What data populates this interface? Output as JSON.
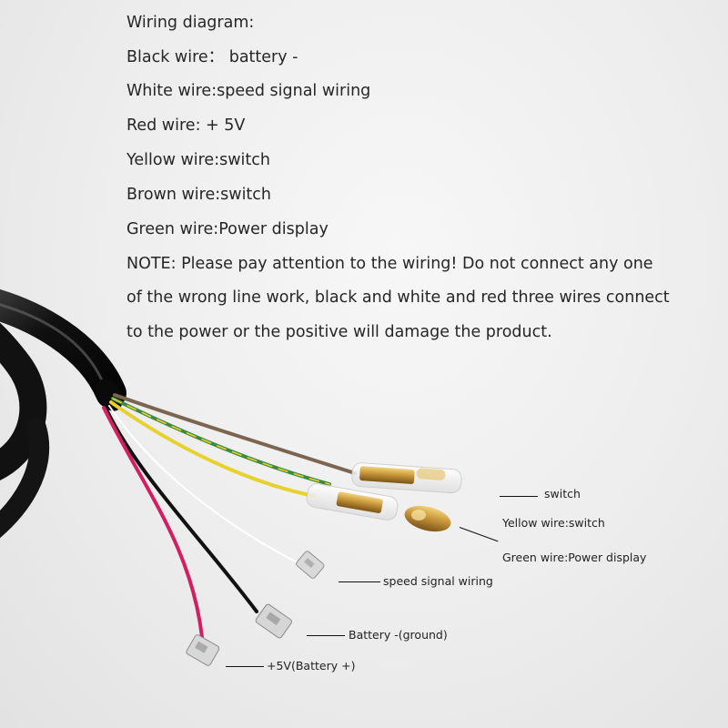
{
  "info": {
    "title": "Wiring diagram:",
    "black": "Black wire： battery -",
    "white": "White wire:speed signal wiring",
    "red": "Red wire: + 5V",
    "yellow": "Yellow wire:switch",
    "brown": "Brown wire:switch",
    "green": "Green wire:Power display",
    "note1": "NOTE: Please pay attention to the wiring! Do not connect any one",
    "note2": "of the wrong line work, black and white and red three wires connect",
    "note3": "to the power or the positive will damage the product."
  },
  "callouts": {
    "switch": "switch",
    "yellow": "Yellow wire:switch",
    "green": "Green wire:Power display",
    "speed": "speed signal wiring",
    "battery_minus": "Battery -(ground)",
    "battery_plus": "+5V(Battery +)"
  },
  "colors": {
    "cable": "#151515",
    "brown_wire": "#7b6551",
    "green_wire": "#3f8a3f",
    "yellow_wire": "#e6d12e",
    "white_wire": "#ffffff",
    "black_wire": "#111111",
    "red_wire": "#d21e62",
    "connector_brass": "#c8963a",
    "background": "#eeeeee"
  }
}
